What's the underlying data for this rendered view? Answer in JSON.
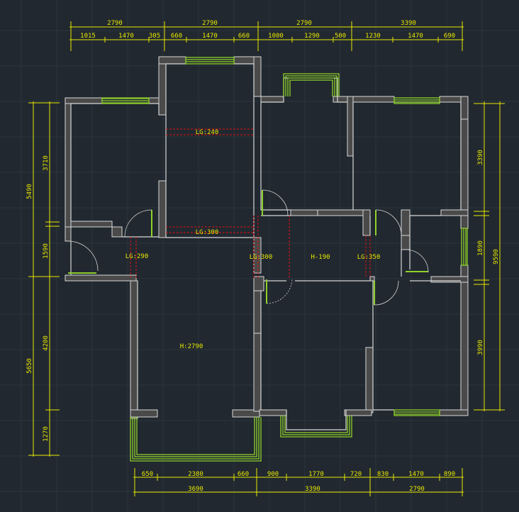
{
  "dimensions": {
    "top_total": [
      "2790",
      "2790",
      "2790",
      "3390"
    ],
    "top_detail": [
      "1015",
      "1470",
      "305",
      "660",
      "1470",
      "660",
      "1000",
      "1290",
      "500",
      "1230",
      "1470",
      "690"
    ],
    "bottom_detail": [
      "650",
      "2380",
      "660",
      "900",
      "1770",
      "720",
      "830",
      "1470",
      "890"
    ],
    "bottom_total": [
      "3690",
      "3390",
      "2790"
    ],
    "left_detail": [
      "3710",
      "1590",
      "4200",
      "1270"
    ],
    "left_total": [
      "5490",
      "5650"
    ],
    "right_detail": [
      "3390",
      "1890",
      "3990"
    ],
    "right_total": "9590"
  },
  "labels": {
    "lg240": "LG:240",
    "lg300_top": "LG:300",
    "lg290": "LG:290",
    "lg300_mid": "LG:300",
    "h190": "H-190",
    "lg350": "LG:350",
    "h2790": "H:2790"
  },
  "colors": {
    "background": "#212830",
    "dimension": "#e8e800",
    "wall": "#d8d8d8",
    "window": "#8fd12a",
    "beam": "#e01010"
  }
}
